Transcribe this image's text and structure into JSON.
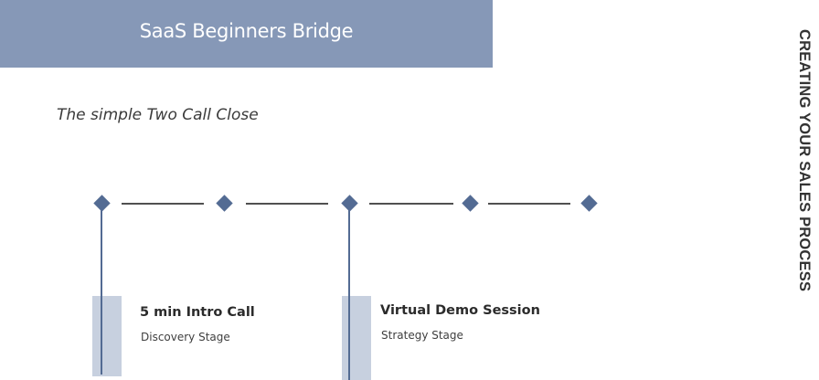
{
  "header": {
    "title": "SaaS Beginners Bridge"
  },
  "subtitle": "The simple Two Call Close",
  "side_title": "CREATING YOUR SALES PROCESS",
  "timeline": {
    "milestone_count": 5,
    "accent_color": "#536b93",
    "connector_color": "#505050"
  },
  "stages": [
    {
      "title": "5 min Intro Call",
      "subtitle": "Discovery Stage"
    },
    {
      "title": "Virtual Demo Session",
      "subtitle": "Strategy Stage"
    }
  ],
  "colors": {
    "banner": "#8698b7",
    "stage_bar": "#c7d0df"
  }
}
